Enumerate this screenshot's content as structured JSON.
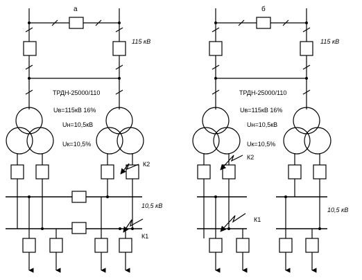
{
  "left": {
    "letter": "а",
    "hv_voltage": "115 кВ",
    "transformer_type": "ТРДН-25000/110",
    "params": [
      "Uв=115кВ  16%",
      "Uн=10,5кВ",
      "Uк=10,5%"
    ],
    "fault_labels": [
      "К2",
      "К1"
    ],
    "lv_voltage": "10,5 кВ"
  },
  "right": {
    "letter": "б",
    "hv_voltage": "115 кВ",
    "transformer_type": "ТРДН-25000/110",
    "params": [
      "Uв=115кВ  16%",
      "Uн=10,5кВ",
      "Uк=10,5%"
    ],
    "fault_labels": [
      "К2",
      "К1"
    ],
    "lv_voltage": "10,5 кВ"
  }
}
